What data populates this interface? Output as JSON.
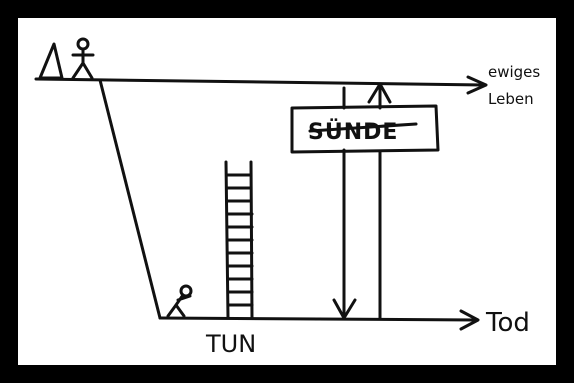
{
  "labels": {
    "top_right": "ewiges Leben",
    "top_right_line1": "ewiges",
    "top_right_line2": "Leben",
    "bottom_right": "Tod",
    "cross_sign": "SÜNDE",
    "bottom_center": "TUN"
  },
  "icons": [
    "triangle-icon",
    "stick-figure-top-icon",
    "stick-figure-bottom-icon",
    "ladder-icon",
    "cross-icon"
  ],
  "colors": {
    "ink": "#111111",
    "frame": "#000000",
    "paper": "#ffffff"
  }
}
